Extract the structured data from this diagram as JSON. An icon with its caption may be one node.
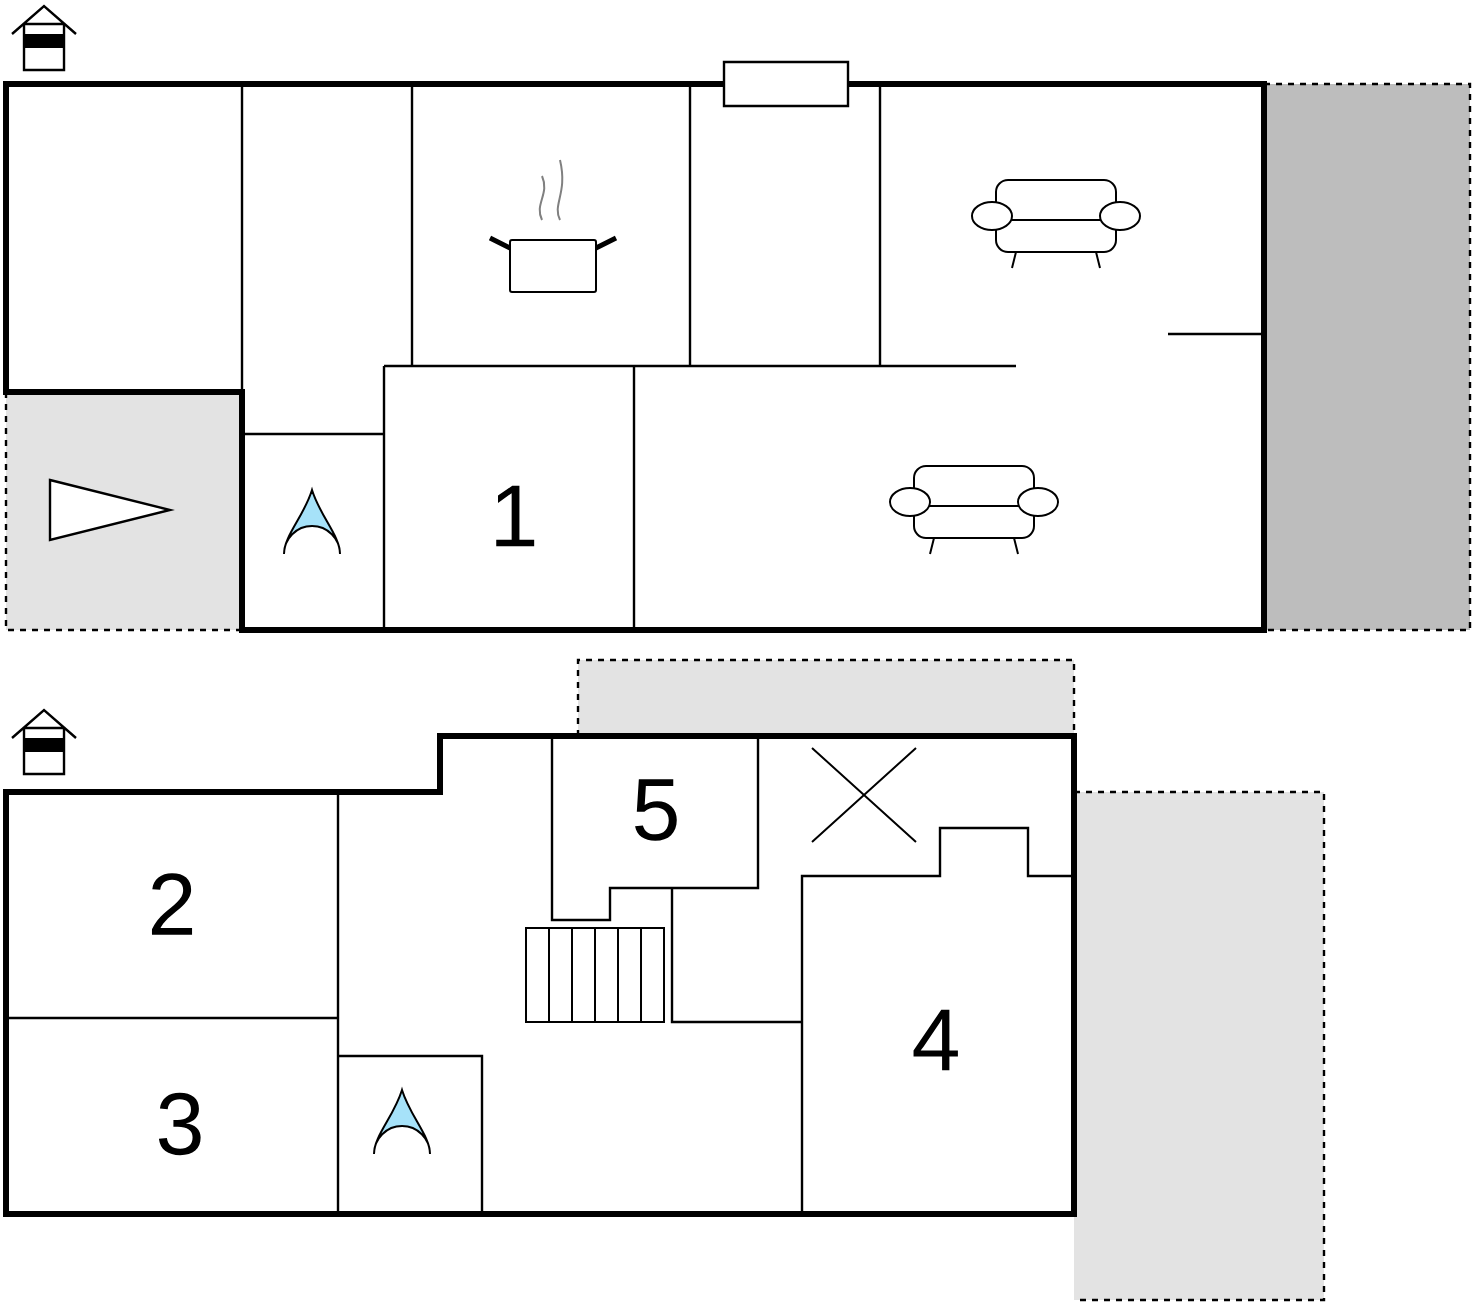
{
  "diagram": {
    "labels": [
      "1",
      "5",
      "2",
      "4",
      "3"
    ]
  }
}
